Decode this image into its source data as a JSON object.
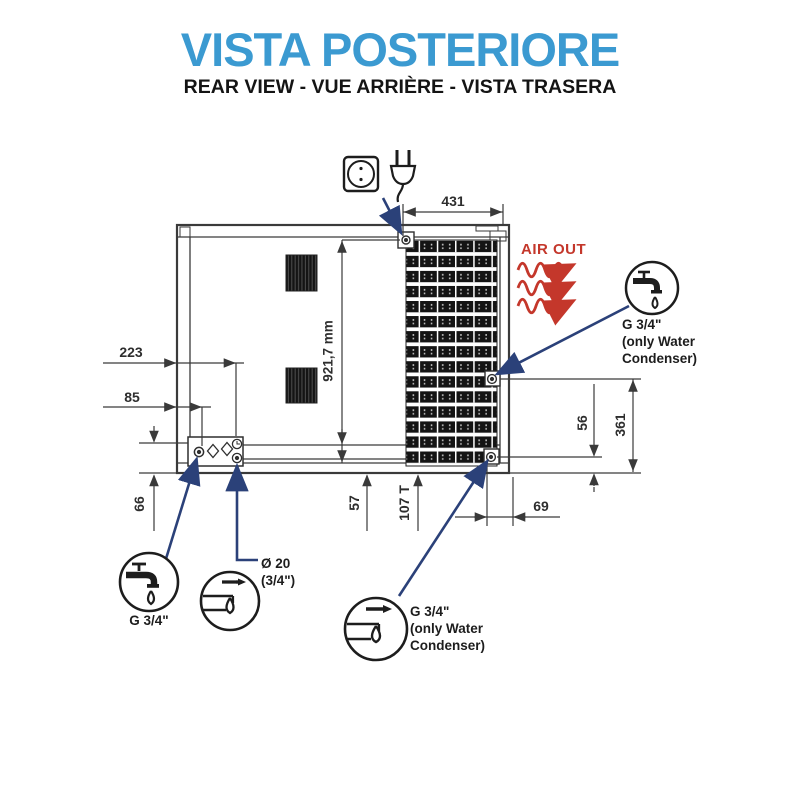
{
  "title": "VISTA POSTERIORE",
  "subtitle": "REAR VIEW - VUE ARRIÈRE - VISTA TRASERA",
  "air_out": "AIR OUT",
  "dims": {
    "width_top": "431",
    "height": "921,7 mm",
    "left_to_drain": "223",
    "left_to_inlet": "85",
    "bottom_left": "66",
    "bottom_center": "57",
    "bottom_center_right": "107 T",
    "bottom_right": "69",
    "right_inner": "56",
    "right_outer": "361"
  },
  "callouts": {
    "inlet_right_l1": "G 3/4\"",
    "inlet_right_l2": "(only Water",
    "inlet_right_l3": "Condenser)",
    "drain_right_l1": "G 3/4\"",
    "drain_right_l2": "(only Water",
    "drain_right_l3": "Condenser)",
    "inlet_left": "G 3/4\"",
    "drain_left_l1": "Ø 20",
    "drain_left_l2": "(3/4\")"
  },
  "colors": {
    "title_blue": "#3b9ad1",
    "leader_blue": "#2b4179",
    "air_red": "#c4372b",
    "line_gray": "#3a3a3a"
  }
}
